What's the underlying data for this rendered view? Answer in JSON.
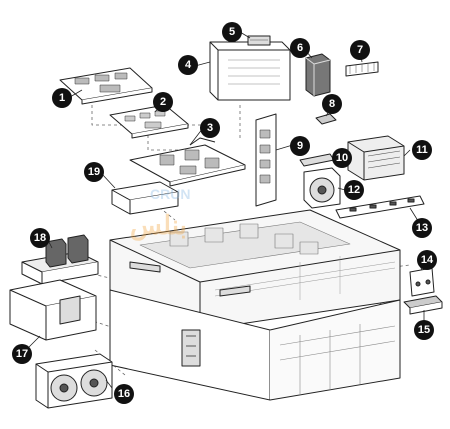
{
  "diagram": {
    "callouts": [
      {
        "id": "c1",
        "label": "1"
      },
      {
        "id": "c2",
        "label": "2"
      },
      {
        "id": "c3",
        "label": "3"
      },
      {
        "id": "c4",
        "label": "4"
      },
      {
        "id": "c5",
        "label": "5"
      },
      {
        "id": "c6",
        "label": "6"
      },
      {
        "id": "c7",
        "label": "7"
      },
      {
        "id": "c8",
        "label": "8"
      },
      {
        "id": "c9",
        "label": "9"
      },
      {
        "id": "c10",
        "label": "10"
      },
      {
        "id": "c11",
        "label": "11"
      },
      {
        "id": "c12",
        "label": "12"
      },
      {
        "id": "c13",
        "label": "13"
      },
      {
        "id": "c14",
        "label": "14"
      },
      {
        "id": "c15",
        "label": "15"
      },
      {
        "id": "c16",
        "label": "16"
      },
      {
        "id": "c17",
        "label": "17"
      },
      {
        "id": "c18",
        "label": "18"
      },
      {
        "id": "c19",
        "label": "19"
      }
    ],
    "watermark": {
      "latin": "CRUN",
      "arabic": "بنلس",
      "color_orange": "#f2a23a",
      "color_blue": "#7fb3e0"
    },
    "colors": {
      "line": "#222222",
      "fill": "#ffffff",
      "shade": "#d9d9d9",
      "dark": "#555555",
      "callout_bg": "#111111",
      "callout_text": "#ffffff"
    }
  }
}
